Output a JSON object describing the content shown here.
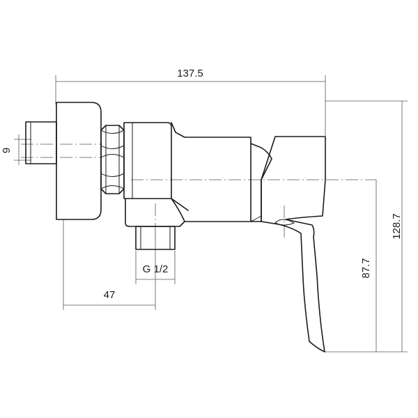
{
  "dimensions": {
    "overall_width": "137.5",
    "thread_height": "9",
    "overall_height": "128.7",
    "outlet_height": "87.7",
    "outlet_offset": "47",
    "outlet_thread": "G 1/2"
  },
  "colors": {
    "line": "#1a1a1a",
    "dimension_line": "#555555",
    "background": "#ffffff"
  }
}
